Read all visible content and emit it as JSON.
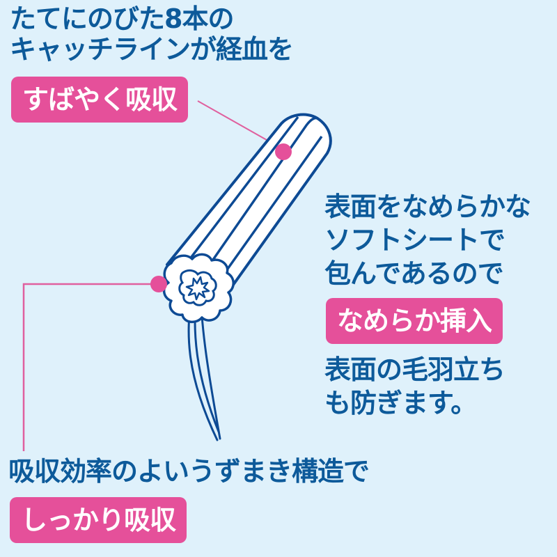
{
  "colors": {
    "background": "#dff1fb",
    "text": "#0d5a9a",
    "accent": "#e5509a",
    "outline": "#0d4a94",
    "fill": "#ffffff"
  },
  "feature_top": {
    "lines": [
      "たてにのびた8本の",
      "キャッチラインが経血を"
    ],
    "badge": "すばやく吸収"
  },
  "feature_right": {
    "lines": [
      "表面をなめらかな",
      "ソフトシートで",
      "包んであるので"
    ],
    "badge": "なめらか挿入",
    "sub_lines": [
      "表面の毛羽立ち",
      "も防ぎます。"
    ]
  },
  "feature_bottom": {
    "line": "吸収効率のよいうずまき構造で",
    "badge": "しっかり吸収"
  },
  "illustration": {
    "subject": "tampon-icon",
    "catch_lines": 8
  }
}
